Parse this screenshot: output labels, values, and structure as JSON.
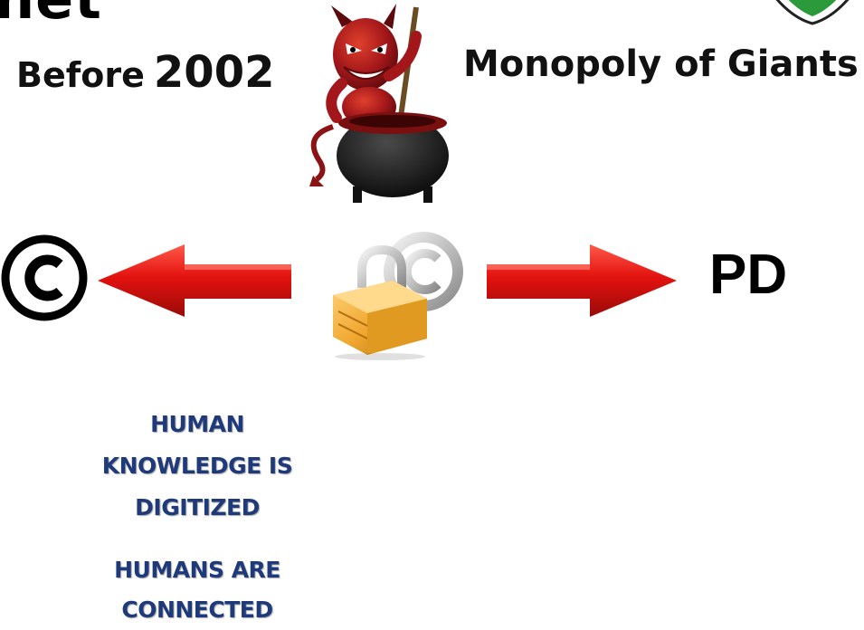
{
  "heading_fragment": "net",
  "before": {
    "label": "Before",
    "year": "2002"
  },
  "monopoly_label": "Monopoly of Giants",
  "pd_label": "PD",
  "copyright_symbol": "©",
  "captions": {
    "digitized": [
      "HUMAN",
      "KNOWLEDGE IS",
      "DIGITIZED"
    ],
    "connected": [
      "HUMANS ARE",
      "CONNECTED"
    ]
  },
  "colors": {
    "arrow_red": "#e3120f",
    "caption_blue": "#1f3a7a",
    "devil_red": "#b3191a",
    "lock_orange": "#f0a830",
    "shield_green": "#2a9a3a"
  },
  "icons": [
    "devil-image",
    "padlock-copyright-icon",
    "shield-icon",
    "left-arrow-icon",
    "right-arrow-icon",
    "copyright-icon"
  ]
}
